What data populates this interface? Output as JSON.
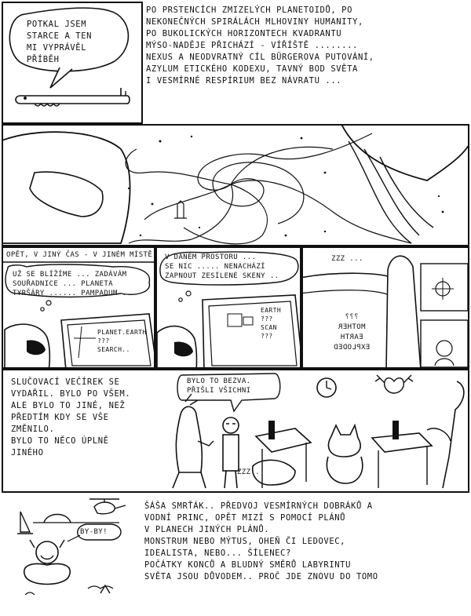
{
  "panel1": {
    "speech": "Potkal jsem\nstarce a ten\nmi vyprávěl\npříběh",
    "narration": "Po prstencích zmizelých planetoidů, po\nnekonečných spirálách mlhoviny humanity,\npo bukolických horizontech kvadrantu\nmýso-naděje přichází - víříště ........\nnexus a neodvratný cíl bürgerova putování,\nazylum etického kodexu, tavný bod světa\ni vesmírné respírium bez návratu ..."
  },
  "panel2": {
    "caption": "Opět, v jiný čas - v jiném místě",
    "thought": "Už se blížíme ... zadávám\nsouřadnice ... planeta\ntyršáry ...... pampadum ..",
    "screen": "planet.earth\n???\nsearch.."
  },
  "panel3": {
    "thought": "V daném prostoru ...\nse nic ..... nenachází\nzapnout zesílené skeny ..",
    "screen": "earth\n???\nscan\n???"
  },
  "panel4": {
    "sleep": "zzz ...",
    "screen_mirrored": "???\nmother\nearth\nexploded"
  },
  "panel5": {
    "narration": "Slučovací večírek se\nvydařil.  Bylo po všem.\nAle bylo to jiné, než\npředtím kdy se vše\nzměnilo.\nBylo to něco úplně\njiného",
    "speech": "Bylo to bezva.\nPřišli všichni",
    "sleep": "zzz.."
  },
  "panel6": {
    "speech": "By-By!",
    "narration": "Šáša smrťák.. předvoj vesmírných dobráků a\nvodní princ, opět mizí s pomocí plánů\nv planech jiných plánů.\nMonstrum nebo mýtus, oheň či ledovec,\nidealista, nebo... šílenec?\nPočátky konců a bludný směrů labyrintu\nsvěta jsou důvodem.. proč jde znovu do tomo"
  }
}
